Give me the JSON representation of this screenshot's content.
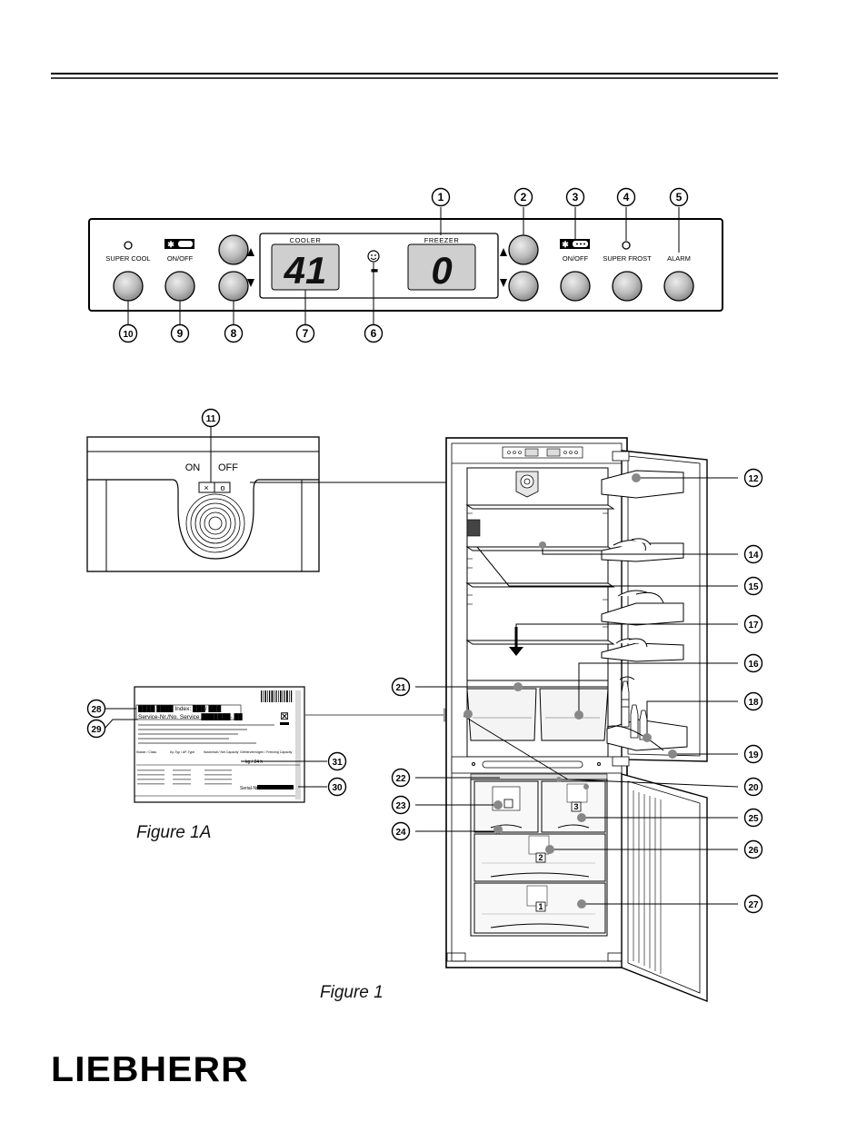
{
  "control_panel": {
    "cooler_label": "COOLER",
    "freezer_label": "FREEZER",
    "cooler_temp": "41",
    "freezer_temp": "0",
    "temp_separator": "-",
    "super_cool_label": "SUPER COOL",
    "cooler_onoff_label": "ON/OFF",
    "freezer_onoff_label": "ON/OFF",
    "super_frost_label": "SUPER FROST",
    "alarm_label": "ALARM"
  },
  "switch_detail": {
    "on_label": "ON",
    "off_label": "OFF"
  },
  "rating_label": {
    "index_line": "████ ████   Index: ███/ ███",
    "service_line": "Service-Nr./No. Service ███████- ██",
    "col_headers": [
      "Klasse / Class",
      "Kp-Typ / AP-Type",
      "Nutzinhalt / Net Capacity",
      "Gefriervermögen / Freezing Capacity"
    ],
    "capacity": "kg / 24 h",
    "serial_label": "Serial-Nr.: "
  },
  "callouts": [
    "1",
    "2",
    "3",
    "4",
    "5",
    "6",
    "7",
    "8",
    "9",
    "10",
    "11",
    "12",
    "14",
    "15",
    "16",
    "17",
    "18",
    "19",
    "20",
    "21",
    "22",
    "23",
    "24",
    "25",
    "26",
    "27",
    "28",
    "29",
    "30",
    "31"
  ],
  "drawer_numbers": [
    "3",
    "2",
    "1"
  ],
  "captions": {
    "figure_1a": "Figure 1A",
    "figure_1": "Figure 1"
  },
  "brand": "LIEBHERR"
}
